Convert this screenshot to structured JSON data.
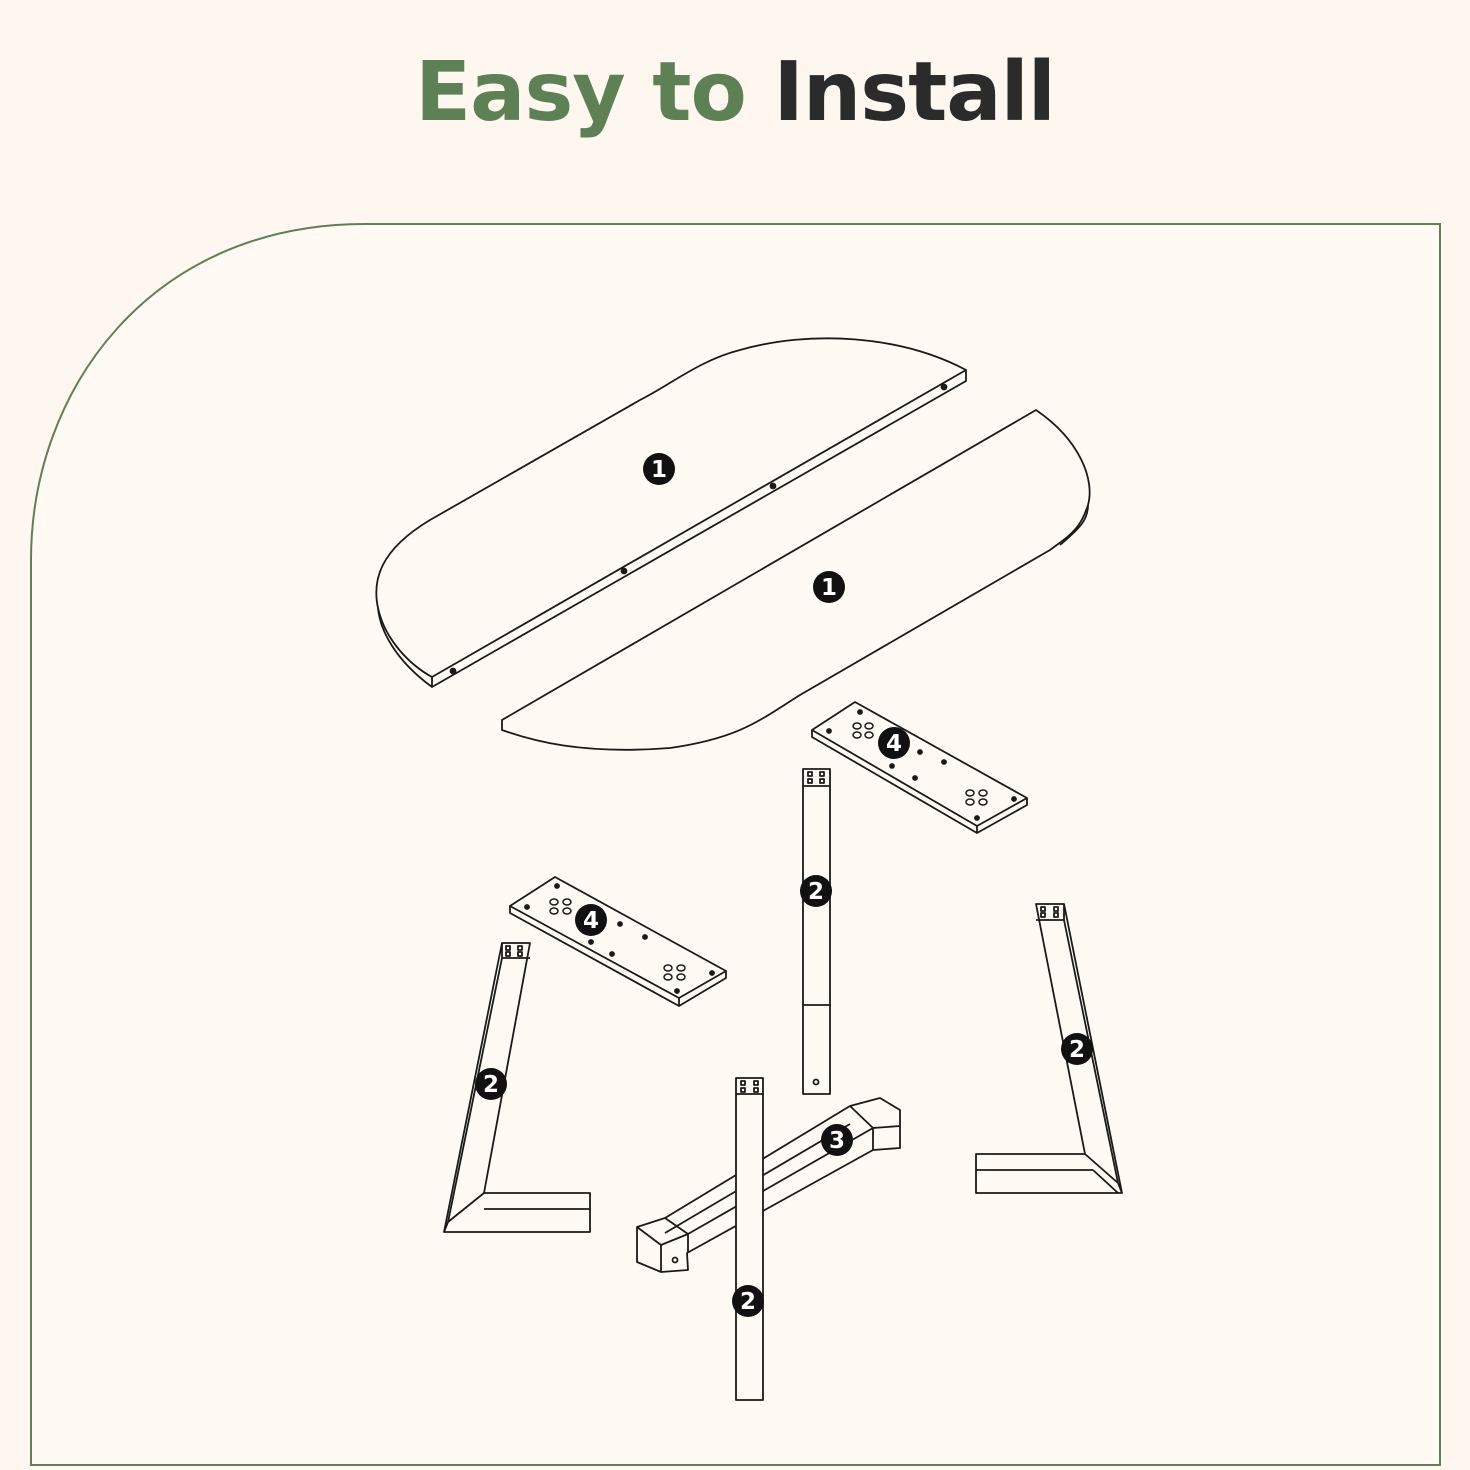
{
  "title": {
    "part1": "Easy to",
    "part2": "Install"
  },
  "colors": {
    "background": "#fdf7ef",
    "accent": "#5e8055",
    "title_dark": "#2b2b2b",
    "line": "#1a1a1a"
  },
  "part_labels": {
    "tabletop_a": "1",
    "tabletop_b": "1",
    "plate_right": "4",
    "plate_left": "4",
    "leg_center_top": "2",
    "leg_left": "2",
    "leg_right": "2",
    "leg_center_bottom": "2",
    "stretcher": "3"
  }
}
